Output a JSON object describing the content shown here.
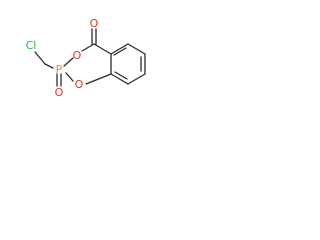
{
  "molecule": {
    "atoms": {
      "carbonyl_oxygen": "O",
      "ring_oxygen_top": "O",
      "ring_oxygen_bottom": "O",
      "phosphorus": "P",
      "phosphoryl_oxygen": "O",
      "chlorine": "Cl"
    },
    "colors": {
      "bond": "#2b2b2b",
      "oxygen": "#e8301f",
      "phosphorus": "#f08c1e",
      "chlorine": "#3bb143"
    }
  }
}
